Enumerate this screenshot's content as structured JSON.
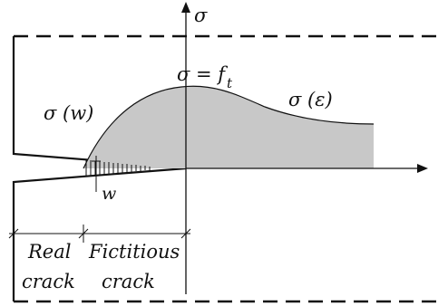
{
  "diagram": {
    "axis_labels": {
      "stress": "σ",
      "peak": "σ = f",
      "peak_subscript": "t",
      "softening": "σ (w)",
      "bulk": "σ (ε)",
      "opening": "w"
    },
    "zones": {
      "real_line1": "Real",
      "real_line2": "crack",
      "fictitious_line1": "Fictitious",
      "fictitious_line2": "crack"
    },
    "colors": {
      "stress_fill": "#c8c8c8",
      "lines": "#111111"
    }
  }
}
